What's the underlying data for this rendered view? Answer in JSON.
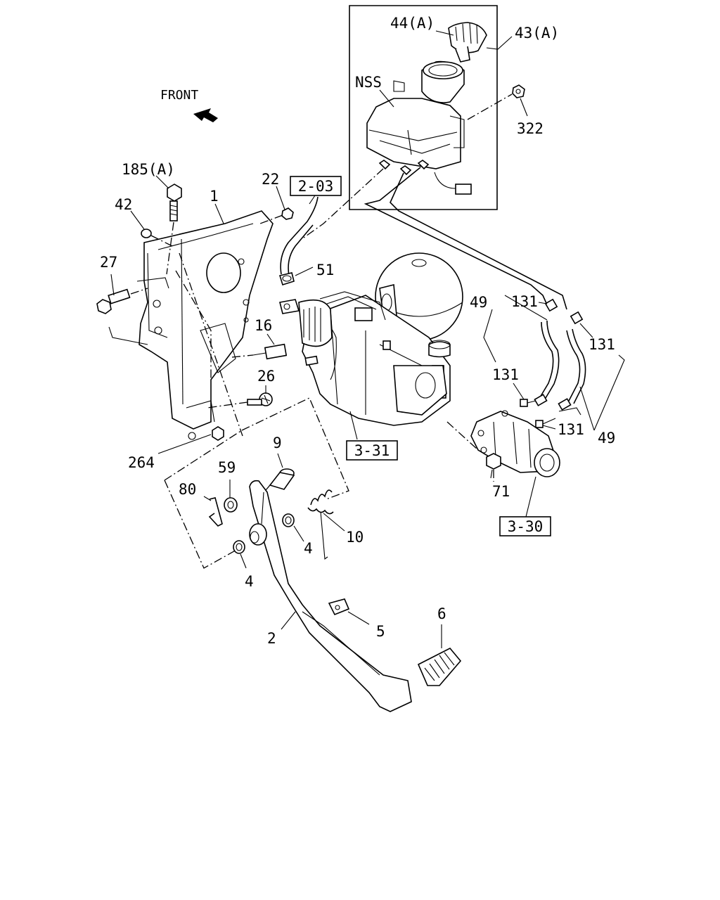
{
  "front_label": "FRONT",
  "callouts": {
    "c44a": "44(A)",
    "c43a": "43(A)",
    "nss": "NSS",
    "c322": "322",
    "c185a": "185(A)",
    "c22": "22",
    "c1": "1",
    "c42": "42",
    "c27": "27",
    "c51": "51",
    "c16": "16",
    "c26": "26",
    "c264": "264",
    "c9": "9",
    "c59": "59",
    "c80": "80",
    "c4a": "4",
    "c4b": "4",
    "c10": "10",
    "c2": "2",
    "c5": "5",
    "c6": "6",
    "c49a": "49",
    "c131a": "131",
    "c131b": "131",
    "c131c": "131",
    "c131d": "131",
    "c49b": "49",
    "c71": "71"
  },
  "refs": {
    "r203": "2-03",
    "r331": "3-31",
    "r330": "3-30"
  }
}
